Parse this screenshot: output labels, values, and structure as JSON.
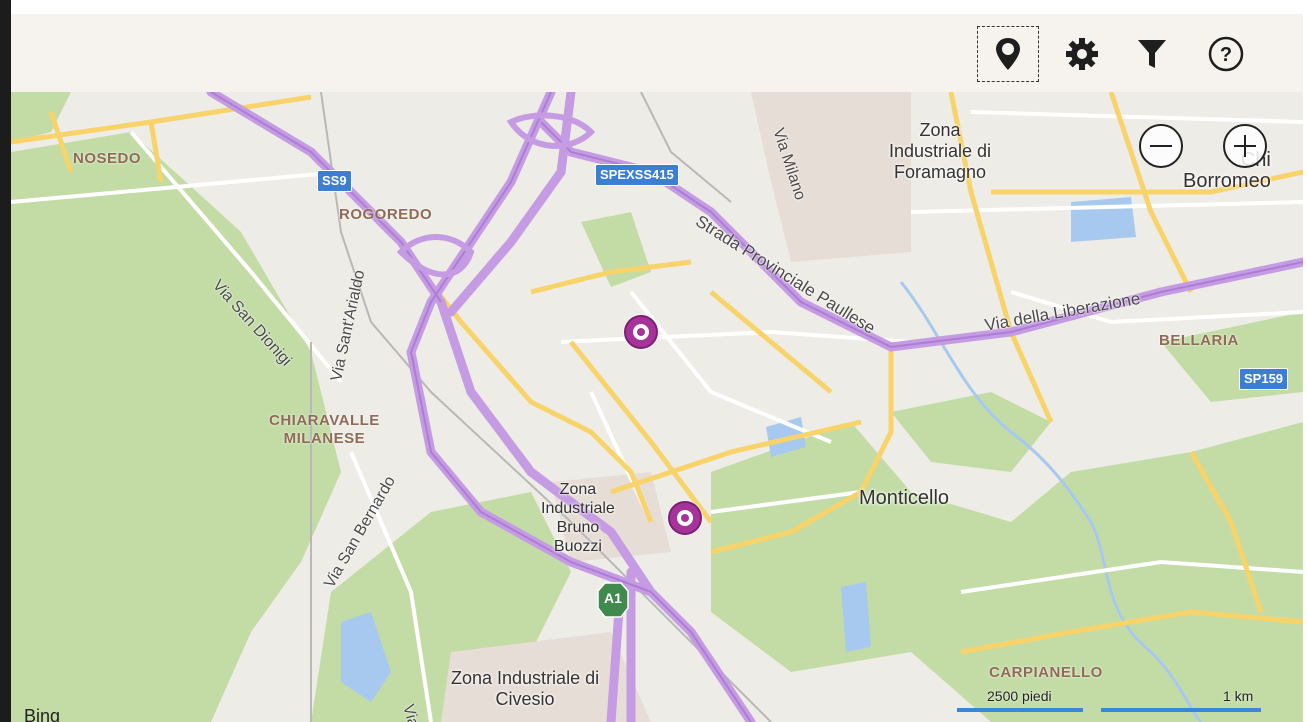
{
  "toolbar": {
    "buttons": [
      {
        "name": "pin-icon"
      },
      {
        "name": "gear-icon"
      },
      {
        "name": "filter-icon"
      },
      {
        "name": "help-icon"
      }
    ]
  },
  "map": {
    "places": {
      "zona_foramagno": "Zona\nIndustriale di\nForamagno",
      "borromeo": "Chi\nBorromeo",
      "monticello": "Monticello",
      "zona_buozzi": "Zona\nIndustriale\nBruno\nBuozzi",
      "zona_civesio": "Zona Industriale di\nCivesio"
    },
    "districts": {
      "nosedo": "NOSEDO",
      "rogoredo": "ROGOREDO",
      "chiaravalle": "CHIARAVALLE\nMILANESE",
      "bellaria": "BELLARIA",
      "carpianello": "CARPIANELLO"
    },
    "roads": {
      "via_milano": "Via Milano",
      "via_san_dionigi": "Via San Dionigi",
      "via_sant_arialdo": "Via Sant'Arialdo",
      "strada_paullese": "Strada Provinciale Paullese",
      "via_liberazione": "Via della Liberazione",
      "via_san_bernardo": "Via San Bernardo",
      "via_la": "Via La"
    },
    "shields": {
      "ss9": "SS9",
      "spexss415": "SPEXSS415",
      "sp159": "SP159",
      "a1": "A1"
    },
    "scale": {
      "imperial": "2500 piedi",
      "metric": "1 km"
    },
    "logo": "Bing"
  },
  "colors": {
    "land": "#eeece6",
    "green": "#c3dca6",
    "water": "#a7c9ef",
    "highway": "#c59be3",
    "major_road": "#f7d36a",
    "minor_road": "#ffffff",
    "poi": "#a6339a"
  }
}
